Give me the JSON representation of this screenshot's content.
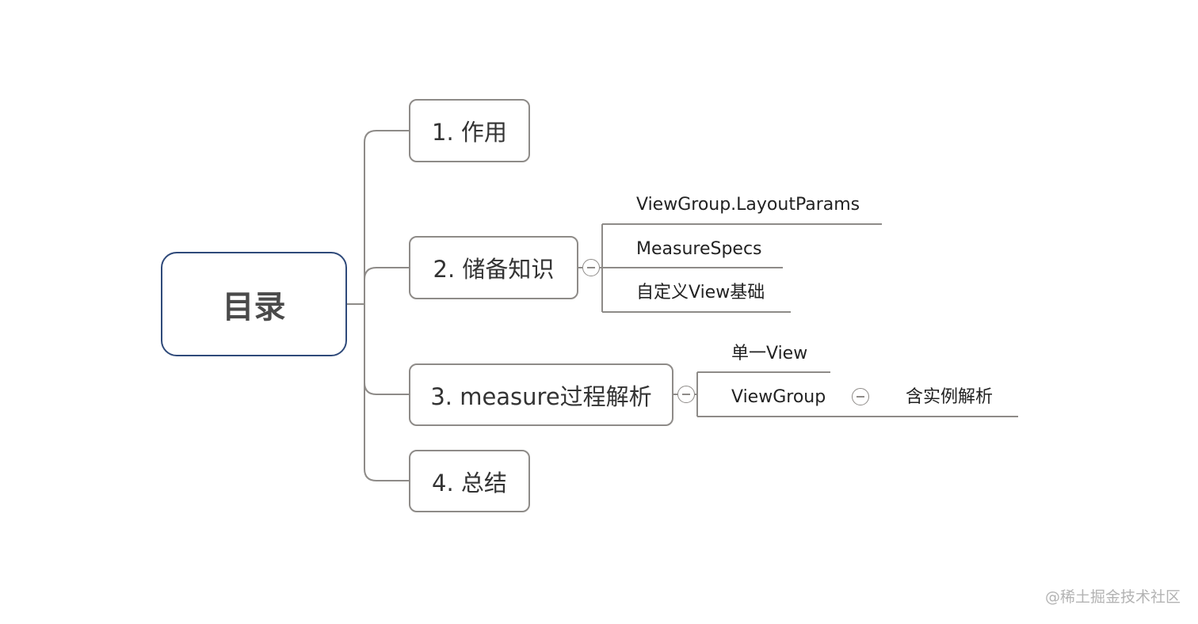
{
  "root": {
    "label": "目录"
  },
  "topics": [
    {
      "label": "1. 作用"
    },
    {
      "label": "2. 储备知识"
    },
    {
      "label": "3. measure过程解析"
    },
    {
      "label": "4. 总结"
    }
  ],
  "subtopics_2": [
    {
      "label": "ViewGroup.LayoutParams"
    },
    {
      "label": "MeasureSpecs"
    },
    {
      "label": "自定义View基础"
    }
  ],
  "subtopics_3": [
    {
      "label": "单一View"
    },
    {
      "label": "ViewGroup"
    }
  ],
  "subtopics_3_2": [
    {
      "label": "含实例解析"
    }
  ],
  "watermark": "@稀土掘金技术社区",
  "colors": {
    "line": "#8e8b88",
    "root_border": "#2f4a7a",
    "text": "#333333"
  }
}
